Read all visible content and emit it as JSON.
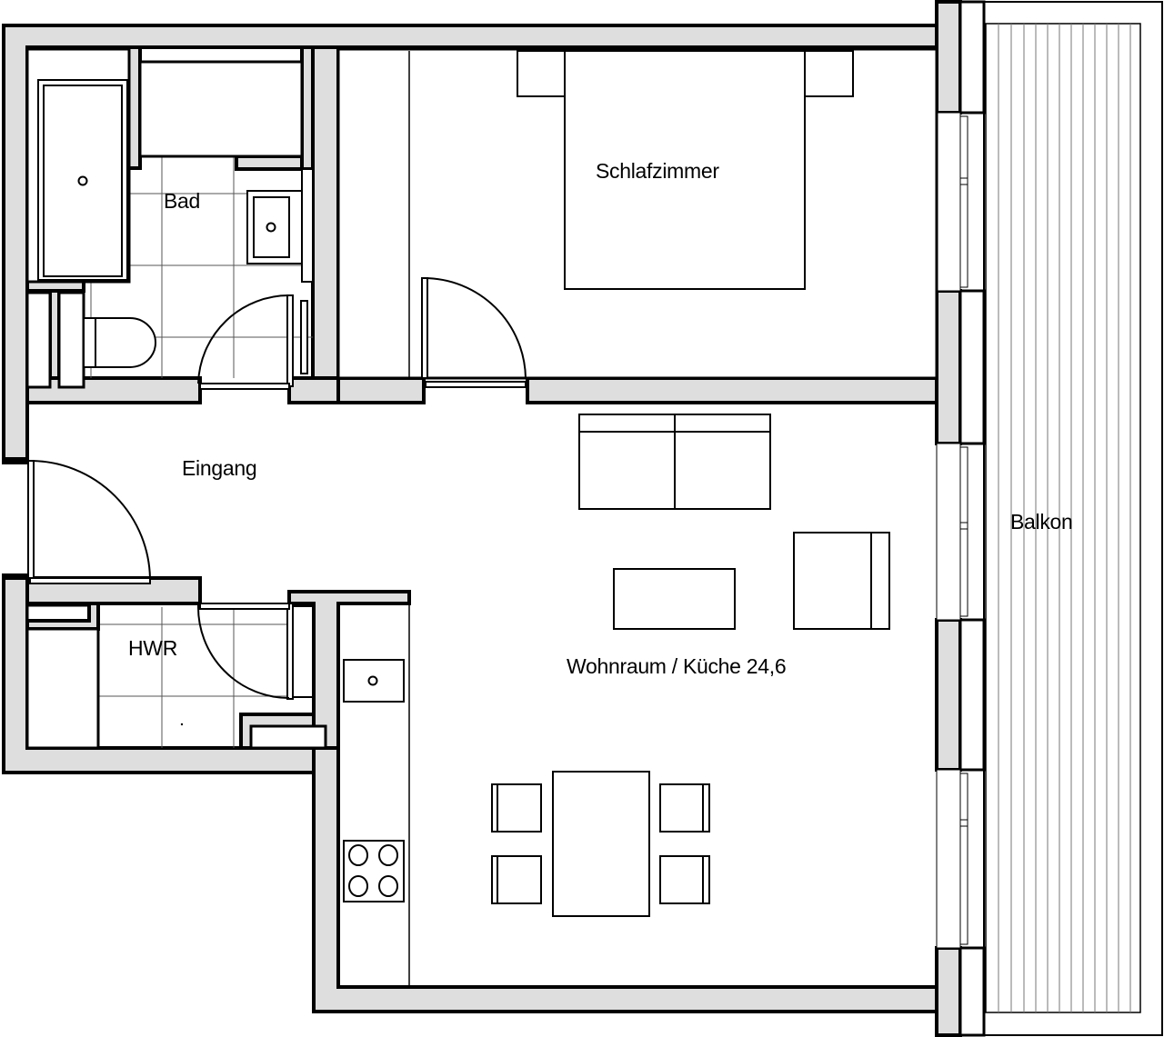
{
  "plan": {
    "type": "apartment-floor-plan",
    "colors": {
      "wall_fill": "#dedede",
      "line": "#000000",
      "background": "#ffffff"
    },
    "rooms": [
      {
        "id": "bad",
        "label": "Bad"
      },
      {
        "id": "schlafzimmer",
        "label": "Schlafzimmer"
      },
      {
        "id": "eingang",
        "label": "Eingang"
      },
      {
        "id": "hwr",
        "label": "HWR"
      },
      {
        "id": "wohnraum",
        "label": "Wohnraum / Küche 24,6"
      },
      {
        "id": "balkon",
        "label": "Balkon"
      }
    ],
    "furniture": [
      "bathtub",
      "washbasin",
      "toilet",
      "double-bed",
      "nightstand-left",
      "nightstand-right",
      "wardrobe",
      "sofa",
      "coffee-table",
      "armchair",
      "kitchen-counter",
      "kitchen-sink",
      "cooktop",
      "dining-table",
      "dining-chair-1",
      "dining-chair-2",
      "dining-chair-3",
      "dining-chair-4",
      "washing-machine",
      "storage-shelf"
    ]
  }
}
